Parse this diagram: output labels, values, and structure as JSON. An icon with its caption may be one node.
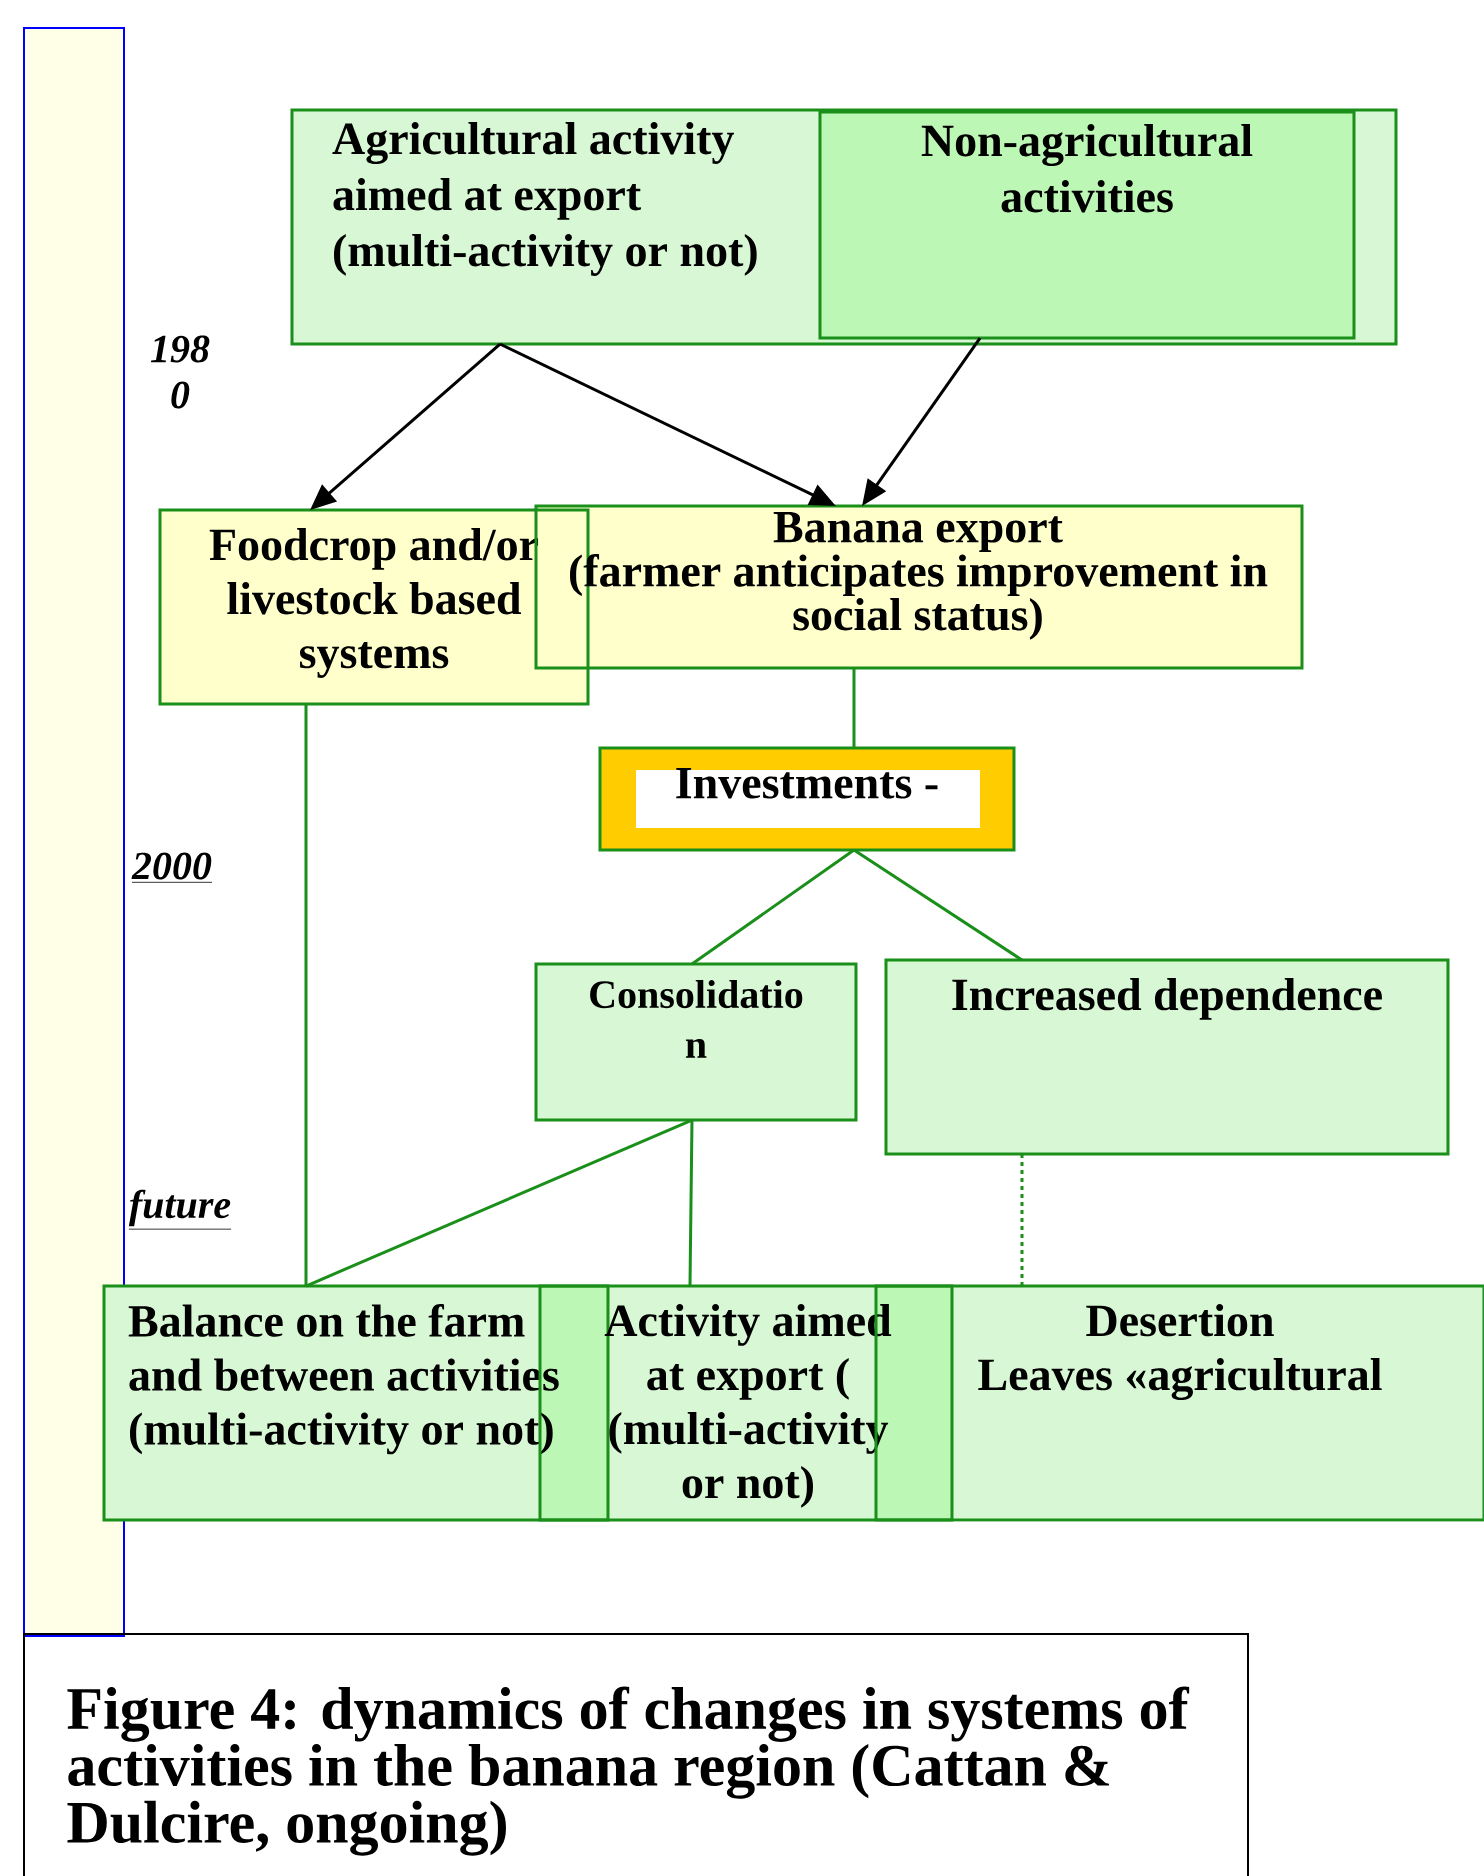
{
  "diagram": {
    "caption": "Figure 4: dynamics of changes in systems of activities in the banana region (Cattan & Dulcire, ongoing)",
    "nodes": [
      {
        "text": [
          "Agricultural activity aimed at export (multi-activity or not)"
        ]
      },
      {
        "text": [
          "Non-agricultural activities"
        ],
        "in": 0
      },
      {
        "text": [
          "Foodcrop and/or livestock based systems"
        ]
      },
      {
        "text": [
          "Banana export",
          "(farmer anticipates improvement in social status)"
        ]
      },
      {
        "text": [
          "Investments -"
        ]
      },
      {
        "text": [
          "Consolidatio n"
        ]
      },
      {
        "text": [
          "Increased dependence"
        ]
      },
      {
        "text": [
          "Balance on the farm and between activities (multi-activity or not)"
        ]
      },
      {
        "text": [
          "Activity aimed at export ( (multi-activity or not)"
        ]
      },
      {
        "text": [
          "Desertion",
          "Leaves «agricultural"
        ]
      }
    ],
    "edges": [
      {
        "from": 0,
        "to": 2,
        "arrow": "to",
        "color": "#000000"
      },
      {
        "from": 0,
        "to": 3,
        "arrow": "to",
        "color": "#000000"
      },
      {
        "from": 1,
        "to": 3,
        "arrow": "to",
        "color": "#000000"
      },
      {
        "from": 3,
        "to": 4,
        "arrow": "none"
      },
      {
        "from": 4,
        "to": 5,
        "arrow": "none"
      },
      {
        "from": 4,
        "to": 6,
        "arrow": "none"
      },
      {
        "from": 2,
        "to": 7,
        "arrow": "none"
      },
      {
        "from": 5,
        "to": 7,
        "arrow": "none"
      },
      {
        "from": 5,
        "to": 8,
        "arrow": "none"
      },
      {
        "from": 6,
        "to": 9,
        "arrow": "none",
        "style": "dashed"
      }
    ],
    "labels": [
      "198 0",
      "2000",
      "future"
    ]
  }
}
